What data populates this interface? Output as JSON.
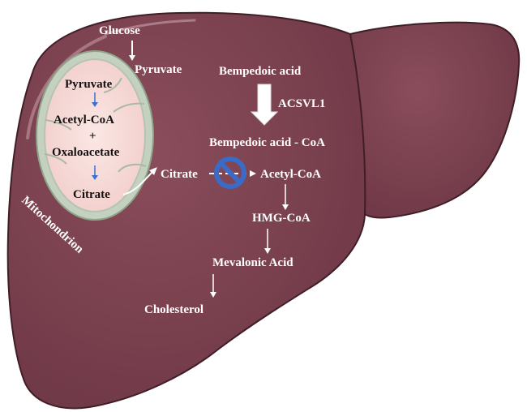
{
  "colors": {
    "liver": "#7b4250",
    "liver_dark": "#5e2f3c",
    "mito_outer": "#c7d3c4",
    "mito_inner": "#f6dcd8",
    "inhibit": "#3a6cc7",
    "blue_arrow": "#3b6fcf"
  },
  "labels": {
    "glucose": "Glucose",
    "pyruvate_out": "Pyruvate",
    "bempedoic_acid": "Bempedoic acid",
    "acsvl1": "ACSVL1",
    "bempedoic_coa": "Bempedoic acid - CoA",
    "citrate_out": "Citrate",
    "acetyl_coa_out": "Acetyl-CoA",
    "hmg_coa": "HMG-CoA",
    "mevalonic_acid": "Mevalonic Acid",
    "cholesterol": "Cholesterol",
    "mitochondrion": "Mitochondrion"
  },
  "mito_labels": {
    "pyruvate": "Pyruvate",
    "acetyl_coa": "Acetyl-CoA",
    "plus": "+",
    "oxaloacetate": "Oxaloacetate",
    "citrate": "Citrate"
  },
  "icons": {
    "inhibition": "no-entry-icon"
  }
}
